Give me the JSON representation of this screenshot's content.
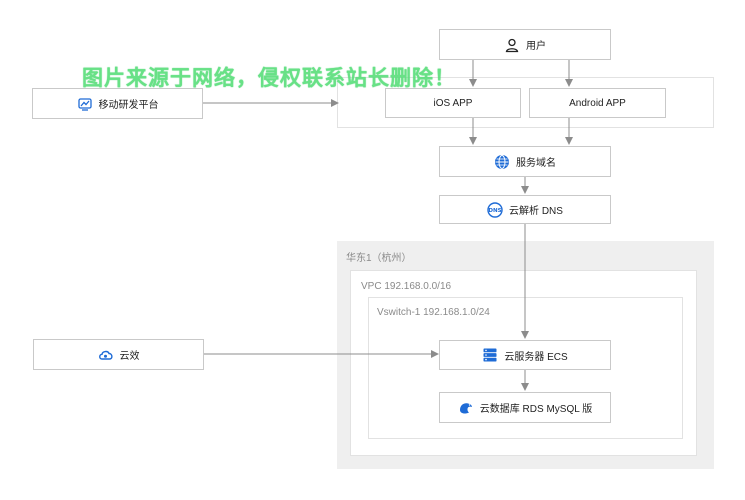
{
  "watermark": "图片来源于网络，侵权联系站长删除！",
  "region": {
    "area_label": "华东1（杭州）",
    "vpc_label": "VPC 192.168.0.0/16",
    "vswitch_label": "Vswitch-1  192.168.1.0/24"
  },
  "nodes": {
    "user": "用户",
    "mobile_platform": "移动研发平台",
    "ios_app": "iOS APP",
    "android_app": "Android APP",
    "domain_service": "服务域名",
    "cloud_dns": "云解析 DNS",
    "yunxiao": "云效",
    "ecs": "云服务器 ECS",
    "rds": "云数据库 RDS MySQL 版"
  },
  "colors": {
    "accent": "#1e6bd6",
    "line": "#8c8c8c",
    "border": "#c9c9c9",
    "region_bg": "#efefef",
    "watermark": "#58de7a"
  },
  "icons": {
    "user": "user-icon",
    "mobile_platform": "mobile-platform-icon",
    "domain_service": "globe-icon",
    "cloud_dns": "dns-icon",
    "yunxiao": "yunxiao-icon",
    "ecs": "server-icon",
    "rds": "database-icon"
  }
}
